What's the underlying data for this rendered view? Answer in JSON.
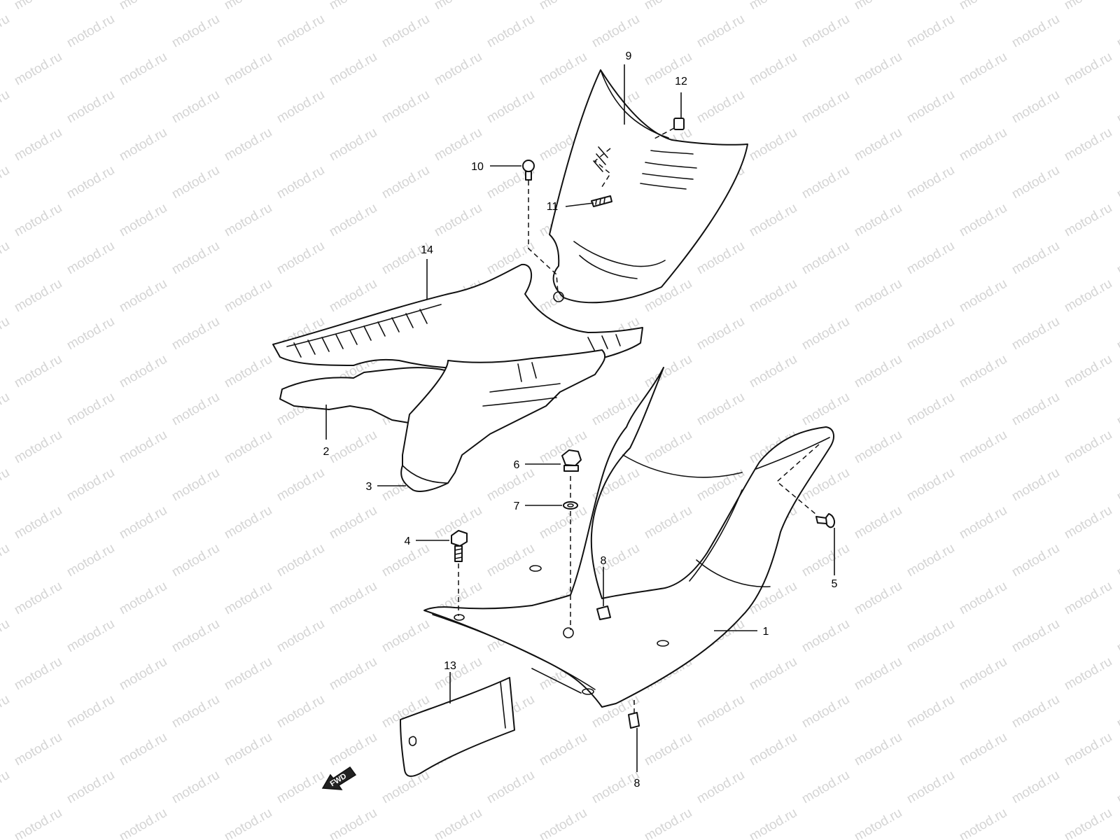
{
  "watermark": "motod.ru",
  "fwd_label": "FWD",
  "callouts": {
    "c1": "1",
    "c2": "2",
    "c3": "3",
    "c4": "4",
    "c5": "5",
    "c6": "6",
    "c7": "7",
    "c8a": "8",
    "c8b": "8",
    "c9": "9",
    "c10": "10",
    "c11": "11",
    "c12": "12",
    "c13": "13",
    "c14": "14"
  }
}
